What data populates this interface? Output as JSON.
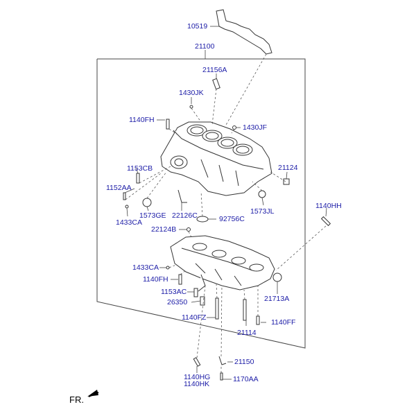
{
  "labels": {
    "p10519": "10519",
    "p21100": "21100",
    "p21156A": "21156A",
    "p1430JK": "1430JK",
    "p1140FH_top": "1140FH",
    "p1430JF": "1430JF",
    "p1153CB": "1153CB",
    "p21124": "21124",
    "p1152AA": "1152AA",
    "p1573GE": "1573GE",
    "p1433CA_top": "1433CA",
    "p22126C": "22126C",
    "p1573JL": "1573JL",
    "p1140HH": "1140HH",
    "p92756C": "92756C",
    "p22124B": "22124B",
    "p1433CA_low": "1433CA",
    "p1140FH_low": "1140FH",
    "p1153AC": "1153AC",
    "p21713A": "21713A",
    "p26350": "26350",
    "p1140FZ": "1140FZ",
    "p1140FF": "1140FF",
    "p21114": "21114",
    "p21150": "21150",
    "p1140HG": "1140HG",
    "p1140HK": "1140HK",
    "p1170AA": "1170AA"
  },
  "direction": "FR.",
  "colors": {
    "label": "#1a1aa6",
    "line": "#333333"
  }
}
